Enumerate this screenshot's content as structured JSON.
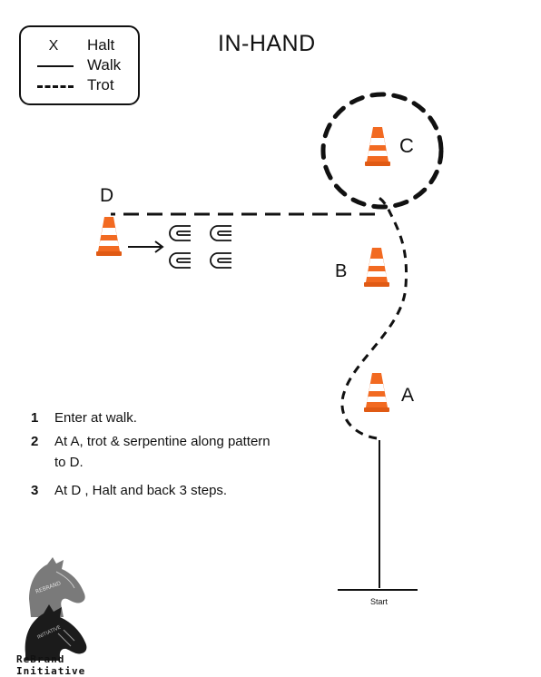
{
  "legend": {
    "halt_symbol": "X",
    "halt_label": "Halt",
    "walk_label": "Walk",
    "trot_label": "Trot"
  },
  "title": "IN-HAND",
  "markers": {
    "a": "A",
    "b": "B",
    "c": "C",
    "d": "D",
    "start": "Start"
  },
  "steps": [
    {
      "num": "1",
      "text": "Enter at walk."
    },
    {
      "num": "2",
      "text": "At A, trot & serpentine along pattern to D."
    },
    {
      "num": "3",
      "text": "At D , Halt and back 3 steps."
    }
  ],
  "logo": {
    "text": "ReBrand Initiative",
    "top_horse_text": "REBRAND",
    "bottom_horse_text": "INITIATIVE"
  },
  "colors": {
    "cone": "#f26a21",
    "cone_stripe": "#ffffff",
    "cone_base": "#e05a14",
    "ink": "#111111"
  }
}
